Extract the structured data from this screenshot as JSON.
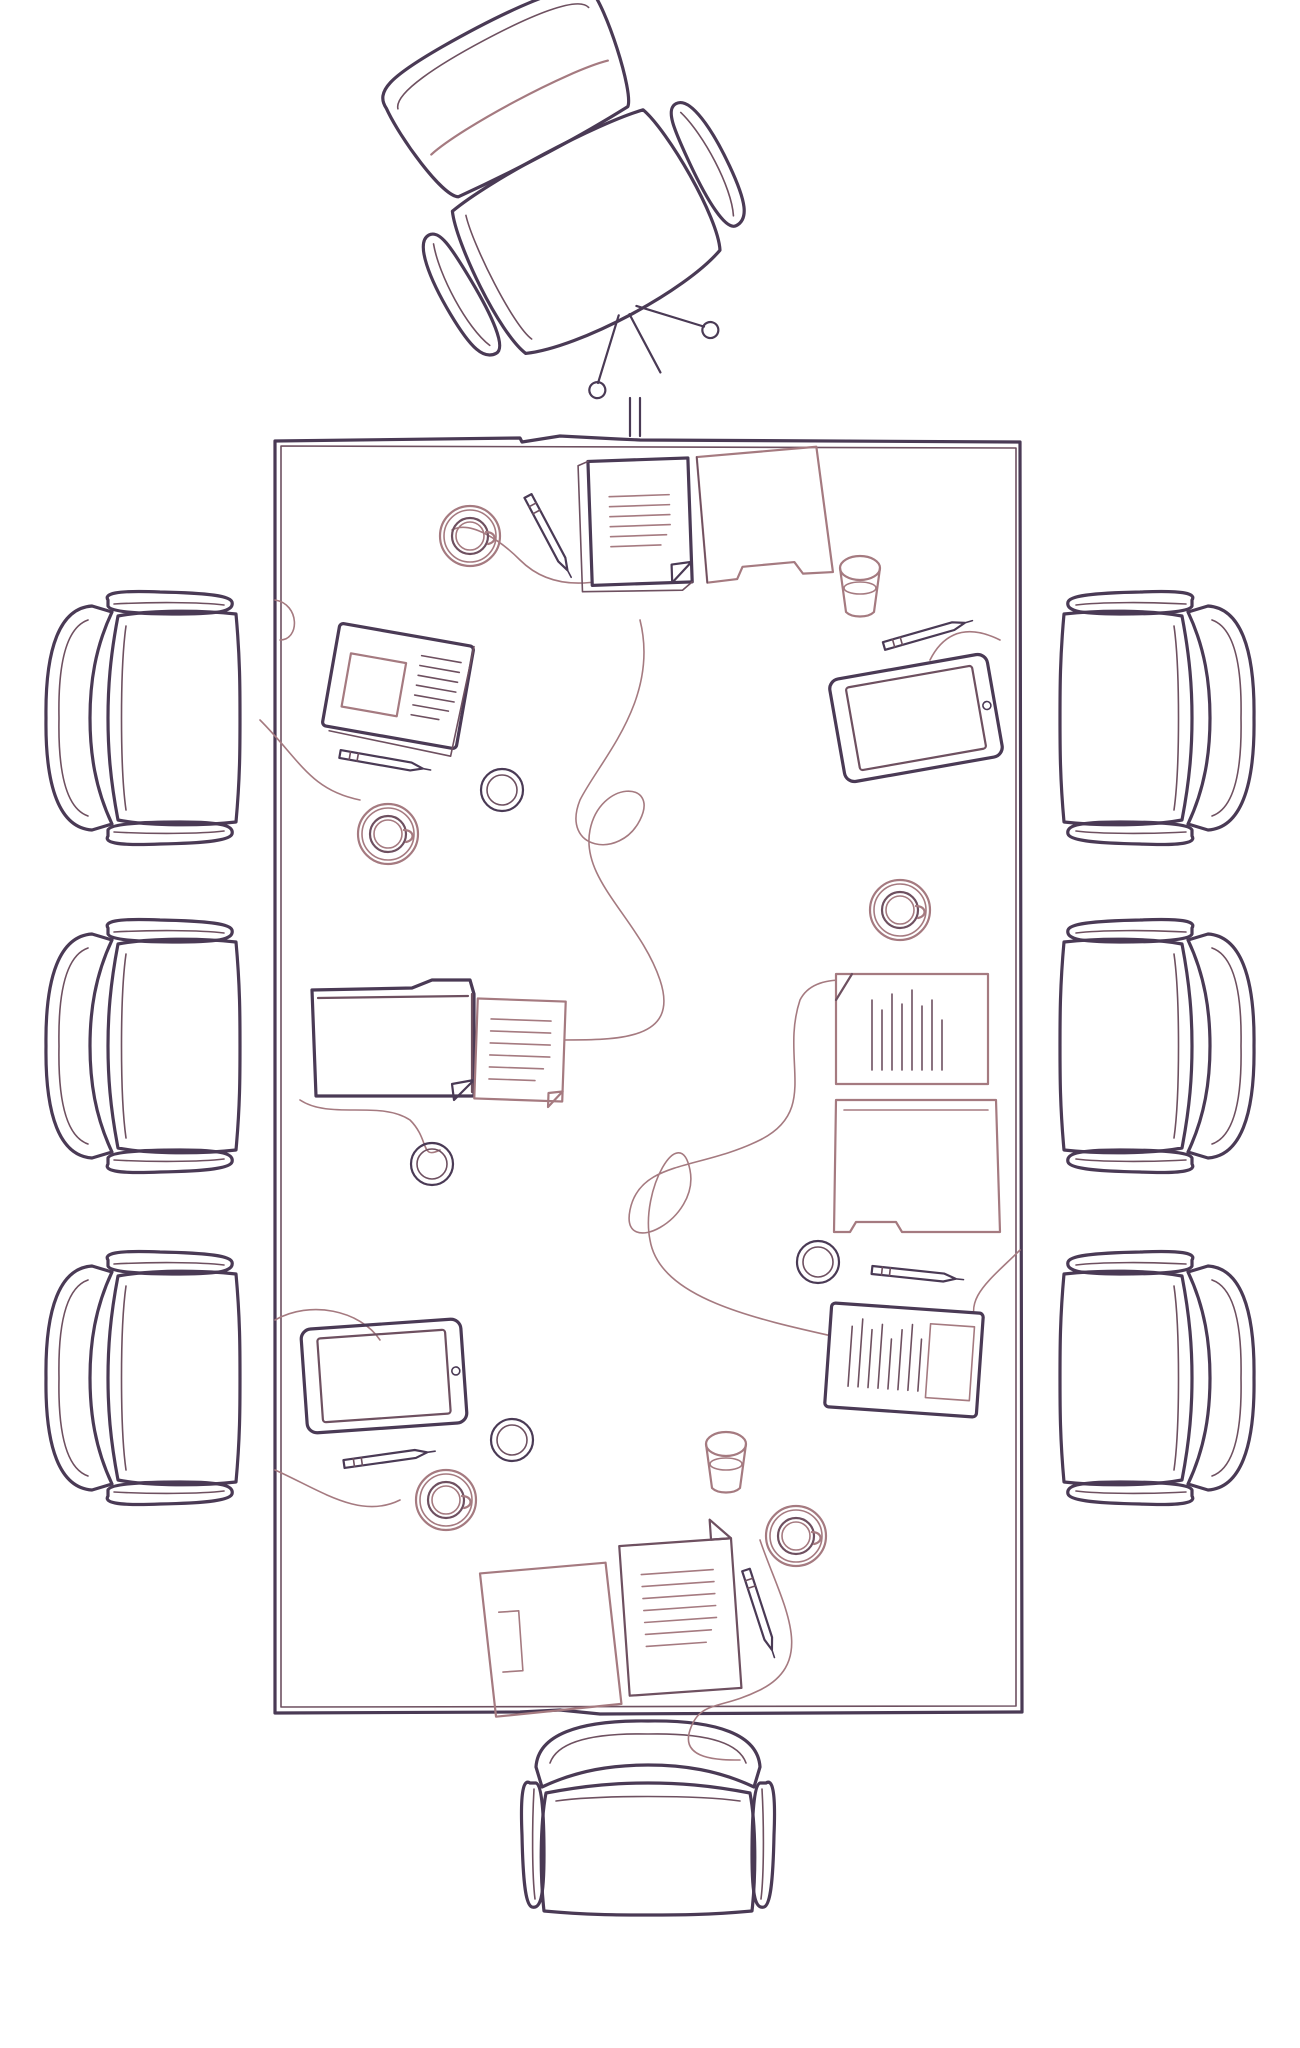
{
  "colors": {
    "background": "#ffffff",
    "line_dark": "#4a3a55",
    "line_mid": "#6e5060",
    "line_light": "#a57a80"
  },
  "scene": {
    "chairs": [
      {
        "id": "head-top",
        "icon": "office-chair-icon"
      },
      {
        "id": "left-1",
        "icon": "chair-icon"
      },
      {
        "id": "left-2",
        "icon": "chair-icon"
      },
      {
        "id": "left-3",
        "icon": "chair-icon"
      },
      {
        "id": "right-1",
        "icon": "chair-icon"
      },
      {
        "id": "right-2",
        "icon": "chair-icon"
      },
      {
        "id": "right-3",
        "icon": "chair-icon"
      },
      {
        "id": "head-bottom",
        "icon": "chair-icon"
      }
    ],
    "table": {
      "icon": "conference-table-icon"
    },
    "items": [
      "folder-icon",
      "document-icon",
      "tablet-icon",
      "pen-icon",
      "coffee-cup-icon",
      "glass-icon",
      "cable-icon"
    ]
  }
}
